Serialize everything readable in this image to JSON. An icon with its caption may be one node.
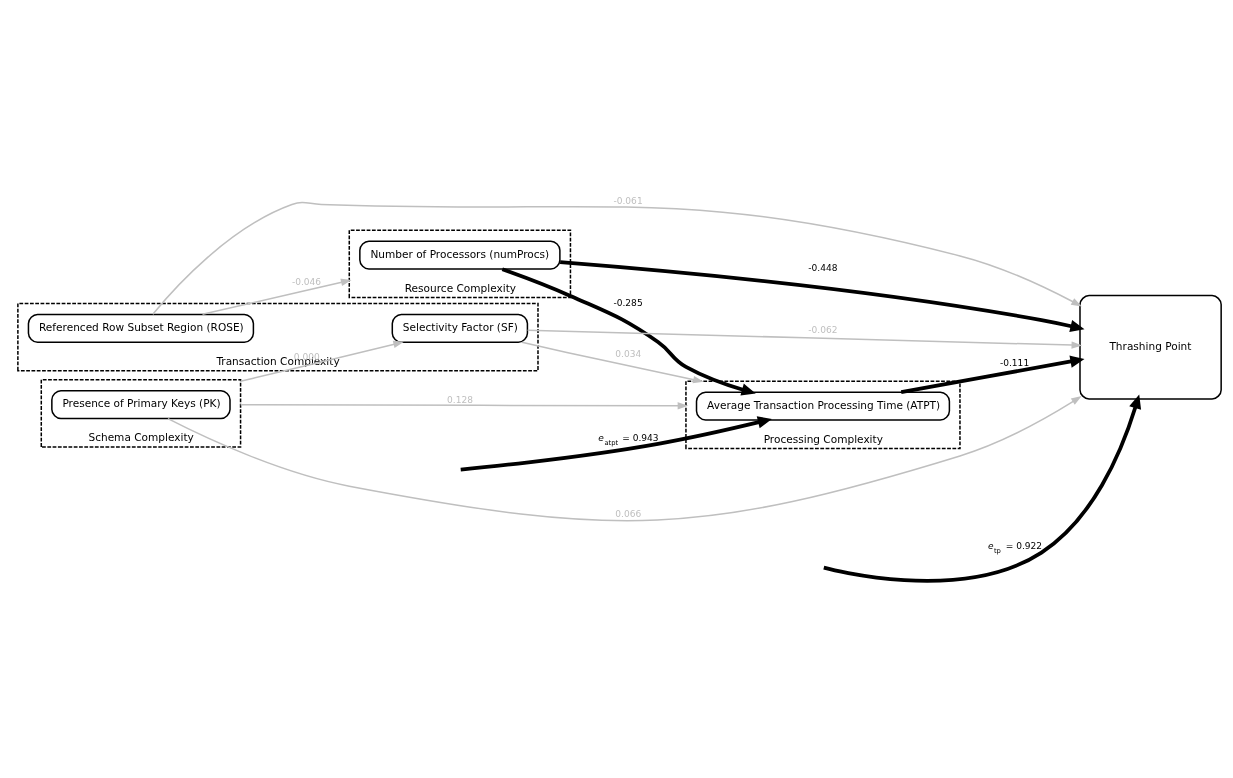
{
  "diagram": {
    "nodes": [
      {
        "text": [
          "Resource Complexity"
        ]
      },
      {
        "text": [
          "Number of Processors (numProcs)"
        ],
        "in": 0
      },
      {
        "text": [
          "Processing Complexity"
        ]
      },
      {
        "text": [
          "Average Transaction Processing Time (ATPT)"
        ],
        "in": 2
      },
      {
        "text": [
          "Transaction Complexity"
        ]
      },
      {
        "text": [
          "Referenced Row Subset Region (ROSE)"
        ],
        "in": 4
      },
      {
        "text": [
          "Selectivity Factor (SF)"
        ],
        "in": 4
      },
      {
        "text": [
          "Schema Complexity"
        ]
      },
      {
        "text": [
          "Presence of Primary Keys (PK)"
        ],
        "in": 7
      },
      {
        "text": [
          "Thrashing Point"
        ]
      }
    ],
    "edges": [
      {
        "from": 1,
        "to": 9,
        "arrow": "to",
        "label": "-0.448",
        "style": "thick",
        "color": "#000000"
      },
      {
        "from": 1,
        "to": 3,
        "arrow": "to",
        "label": "-0.285",
        "style": "thick",
        "color": "#000000"
      },
      {
        "from": null,
        "to": 3,
        "arrow": "to",
        "label": "*e*$_{atpt}$ = 0.943",
        "style": "thick",
        "color": "#000000"
      },
      {
        "from": 3,
        "to": 9,
        "arrow": "to",
        "label": "-0.111",
        "style": "thick",
        "color": "#000000"
      },
      {
        "from": null,
        "to": 9,
        "arrow": "to",
        "label": "*e*$_{tp}$ = 0.922",
        "style": "thick",
        "color": "#000000"
      },
      {
        "from": 5,
        "to": 0,
        "arrow": "to",
        "label": "-0.046"
      },
      {
        "from": 6,
        "to": 2,
        "arrow": "to",
        "label": "0.034"
      },
      {
        "from": 7,
        "to": 2,
        "arrow": "to",
        "label": "0.128"
      },
      {
        "from": 7,
        "to": 6,
        "arrow": "to",
        "label": "0.000"
      },
      {
        "from": 8,
        "to": 9,
        "arrow": "to",
        "label": "0.066"
      },
      {
        "from": 6,
        "to": 9,
        "arrow": "to",
        "label": "-0.062"
      },
      {
        "from": 5,
        "to": 9,
        "arrow": "to",
        "label": "-0.061"
      }
    ]
  }
}
